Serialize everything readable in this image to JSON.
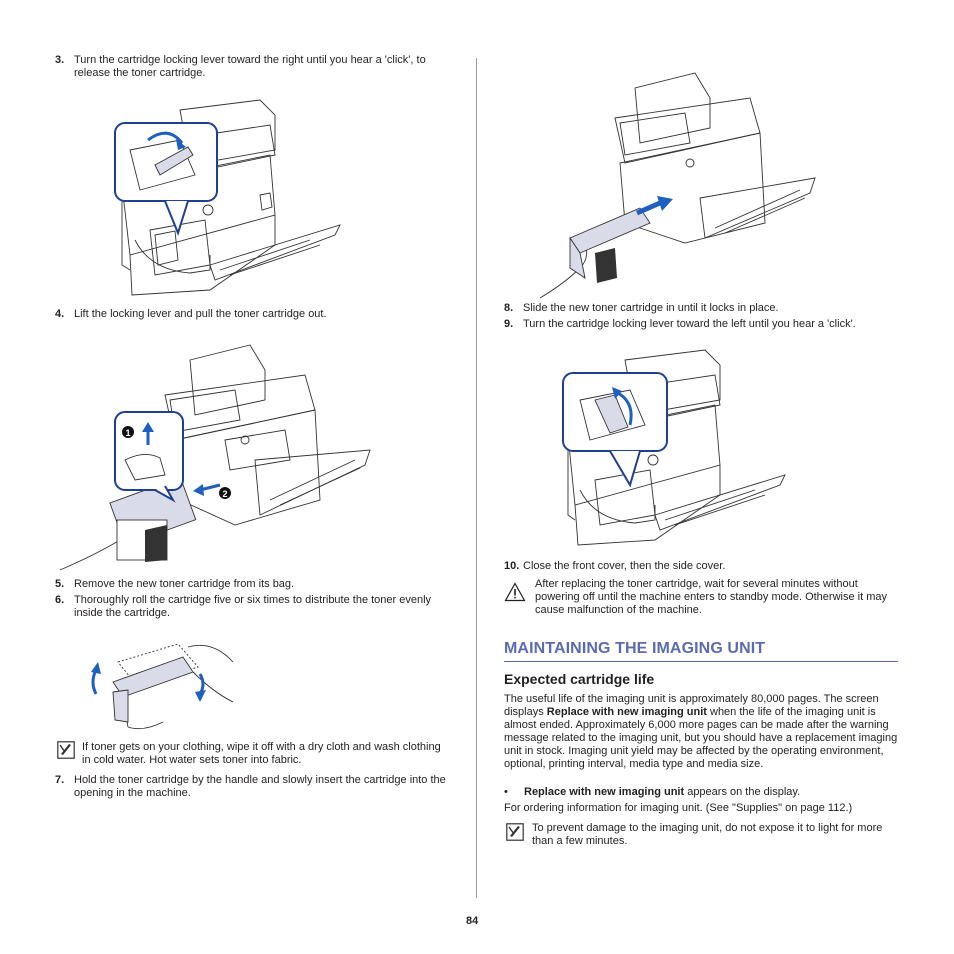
{
  "steps": {
    "s3": {
      "num": "3.",
      "text": "Turn the cartridge locking lever toward the right until you hear a 'click', to release the toner cartridge."
    },
    "s4": {
      "num": "4.",
      "text": "Lift the locking lever and pull the toner cartridge out."
    },
    "s5": {
      "num": "5.",
      "text": "Remove the new toner cartridge from its bag."
    },
    "s6": {
      "num": "6.",
      "text": "Thoroughly roll the cartridge five or six times to distribute the toner evenly inside the cartridge."
    },
    "s7": {
      "num": "7.",
      "text": "Hold the toner cartridge by the handle and slowly insert the cartridge into the opening in the machine."
    },
    "s8": {
      "num": "8.",
      "text": "Slide the new toner cartridge in until it locks in place."
    },
    "s9": {
      "num": "9.",
      "text": "Turn the cartridge locking lever toward the left until you hear a 'click'."
    },
    "s10": {
      "num": "10.",
      "text": "Close the front cover, then the side cover."
    }
  },
  "notes": {
    "toner_clothing": "If toner gets on your clothing, wipe it off with a dry cloth and wash clothing in cold water. Hot water sets toner into fabric.",
    "imaging_light": "To prevent damage to the imaging unit, do not expose it to light for more than a few minutes."
  },
  "caution": {
    "text": "After replacing the toner cartridge, wait for several minutes without powering off until the machine enters to standby mode. Otherwise it may cause malfunction of the machine."
  },
  "callouts": {
    "one": "1",
    "two": "2"
  },
  "section": {
    "title": "MAINTAINING THE IMAGING UNIT",
    "subtitle": "Expected cartridge life",
    "para1_a": "The useful life of the imaging unit is approximately 80,000 pages. The screen displays ",
    "para1_bold": "Replace with new imaging unit",
    "para1_b": " when the life of the imaging unit is almost ended. Approximately 6,000 more pages can be made after the warning message related to the imaging unit, but you should have a replacement imaging unit in stock. Imaging unit yield may be affected by the operating environment, optional, printing interval, media type and media size.",
    "bullet_mark": "•",
    "bullet_bold": "Replace with new imaging unit",
    "bullet_rest": " appears on the display.",
    "ordering": "For ordering information for imaging unit. (See \"Supplies\" on page 112.)"
  },
  "page_number": "84",
  "colors": {
    "accent": "#5b6bb0",
    "callout_border": "#1f3f8f",
    "arrow": "#1f5fbf"
  }
}
